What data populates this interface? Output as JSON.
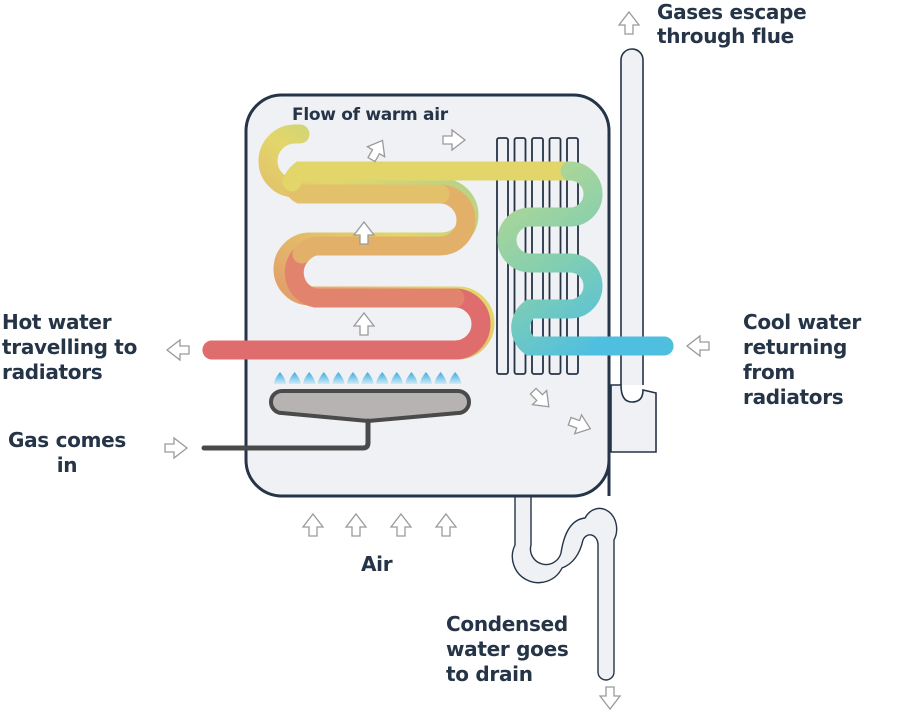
{
  "title": "Condensing boiler diagram",
  "labels": {
    "flow_warm_air": "Flow of warm air",
    "gases_escape": [
      "Gases escape",
      "through flue"
    ],
    "hot_water": [
      "Hot water",
      "travelling to",
      "radiators"
    ],
    "gas_in": [
      "Gas comes",
      "in"
    ],
    "cool_water": [
      "Cool water",
      "returning",
      "from",
      "radiators"
    ],
    "air": "Air",
    "condensed": [
      "Condensed",
      "water goes",
      "to drain"
    ]
  },
  "colors": {
    "outline": "#253447",
    "casing_fill": "#eff1f5",
    "hot_pipe": "#e06d6d",
    "warm_pipe": "#e3b06a",
    "yellow_pipe": "#e2d66a",
    "green_pipe": "#9fd09a",
    "cool_pipe": "#4fbfe0",
    "gas_pipe": "#4a4a4a",
    "burner_fill": "#b8b3b3",
    "flame": "#4fb7e3",
    "arrow_stroke": "#9a9a9a"
  },
  "components": {
    "burner_flame_count": 13,
    "heat_exchanger_fin_count": 5,
    "air_inlet_arrow_count": 4
  }
}
